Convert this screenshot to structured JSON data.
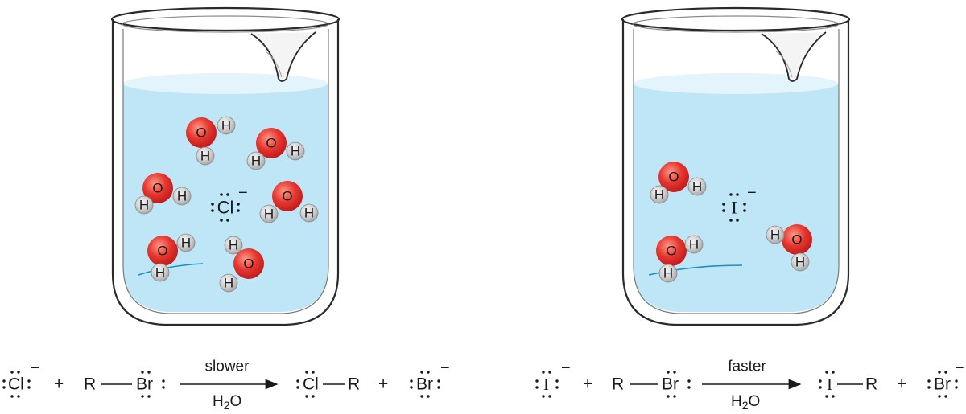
{
  "beakers": [
    {
      "id": "left",
      "ion": {
        "symbol": "Cl",
        "charge": "−"
      },
      "water_molecules": [
        {
          "o": "O",
          "h1": "H",
          "h2": "H"
        },
        {
          "o": "O",
          "h1": "H",
          "h2": "H"
        },
        {
          "o": "O",
          "h1": "H",
          "h2": "H"
        },
        {
          "o": "O",
          "h1": "H",
          "h2": "H"
        },
        {
          "o": "O",
          "h1": "H",
          "h2": "H"
        },
        {
          "o": "O",
          "h1": "H",
          "h2": "H"
        }
      ]
    },
    {
      "id": "right",
      "ion": {
        "symbol": "I",
        "charge": "−"
      },
      "water_molecules": [
        {
          "o": "O",
          "h1": "H",
          "h2": "H"
        },
        {
          "o": "O",
          "h1": "H",
          "h2": "H"
        },
        {
          "o": "O",
          "h1": "H",
          "h2": "H"
        }
      ]
    }
  ],
  "equations": [
    {
      "id": "left",
      "nucleophile": {
        "symbol": "Cl",
        "charge": "−"
      },
      "plus1": "+",
      "substrate": {
        "r": "R",
        "x": "Br"
      },
      "arrow_top": "slower",
      "solvent": {
        "main": "H",
        "sub": "2",
        "tail": "O"
      },
      "product": {
        "x": "Cl",
        "r": "R"
      },
      "plus2": "+",
      "leaving_group": {
        "symbol": "Br",
        "charge": "−"
      }
    },
    {
      "id": "right",
      "nucleophile": {
        "symbol": "I",
        "charge": "−"
      },
      "plus1": "+",
      "substrate": {
        "r": "R",
        "x": "Br"
      },
      "arrow_top": "faster",
      "solvent": {
        "main": "H",
        "sub": "2",
        "tail": "O"
      },
      "product": {
        "x": "I",
        "r": "R"
      },
      "plus2": "+",
      "leaving_group": {
        "symbol": "Br",
        "charge": "−"
      }
    }
  ],
  "colors": {
    "water": "#bfe6f7",
    "water_surface": "#e3f4fc",
    "oxygen": "#e32d2d",
    "hydrogen": "#cfcfcf",
    "glass_outline": "#2a2a2a"
  }
}
